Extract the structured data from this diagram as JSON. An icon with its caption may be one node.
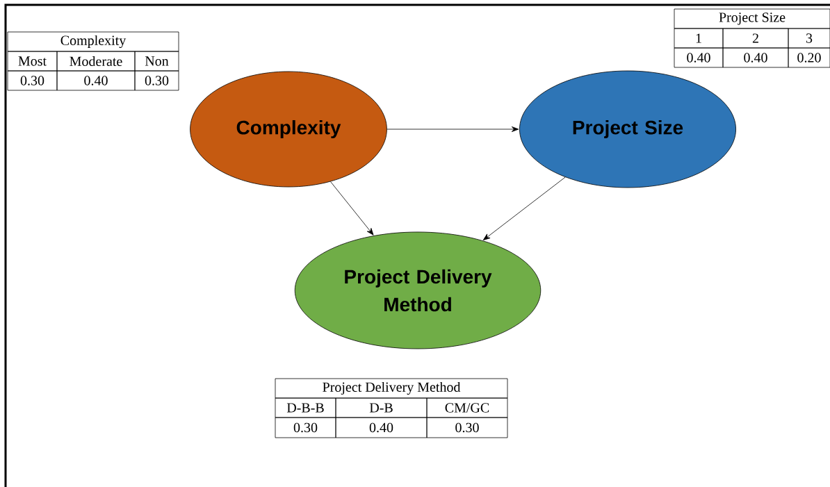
{
  "diagram": {
    "nodes": [
      {
        "text": [
          "Complexity"
        ]
      },
      {
        "text": [
          "Project Size"
        ]
      },
      {
        "text": [
          "Project Delivery Method"
        ]
      }
    ],
    "edges": [
      {
        "from": 0,
        "to": 1,
        "arrow": "to"
      },
      {
        "from": 0,
        "to": 2,
        "arrow": "to"
      },
      {
        "from": 1,
        "to": 2,
        "arrow": "to"
      }
    ],
    "labels": [
      "Complexity",
      "Most",
      "Moderate",
      "Non",
      "0.30",
      "0.40",
      "0.30",
      "Project Size",
      "1",
      "2",
      "3",
      "0.40",
      "0.40",
      "0.20",
      "Project Delivery Method",
      "D-B-B",
      "D-B",
      "CM/GC",
      "0.30",
      "0.40",
      "0.30"
    ]
  }
}
